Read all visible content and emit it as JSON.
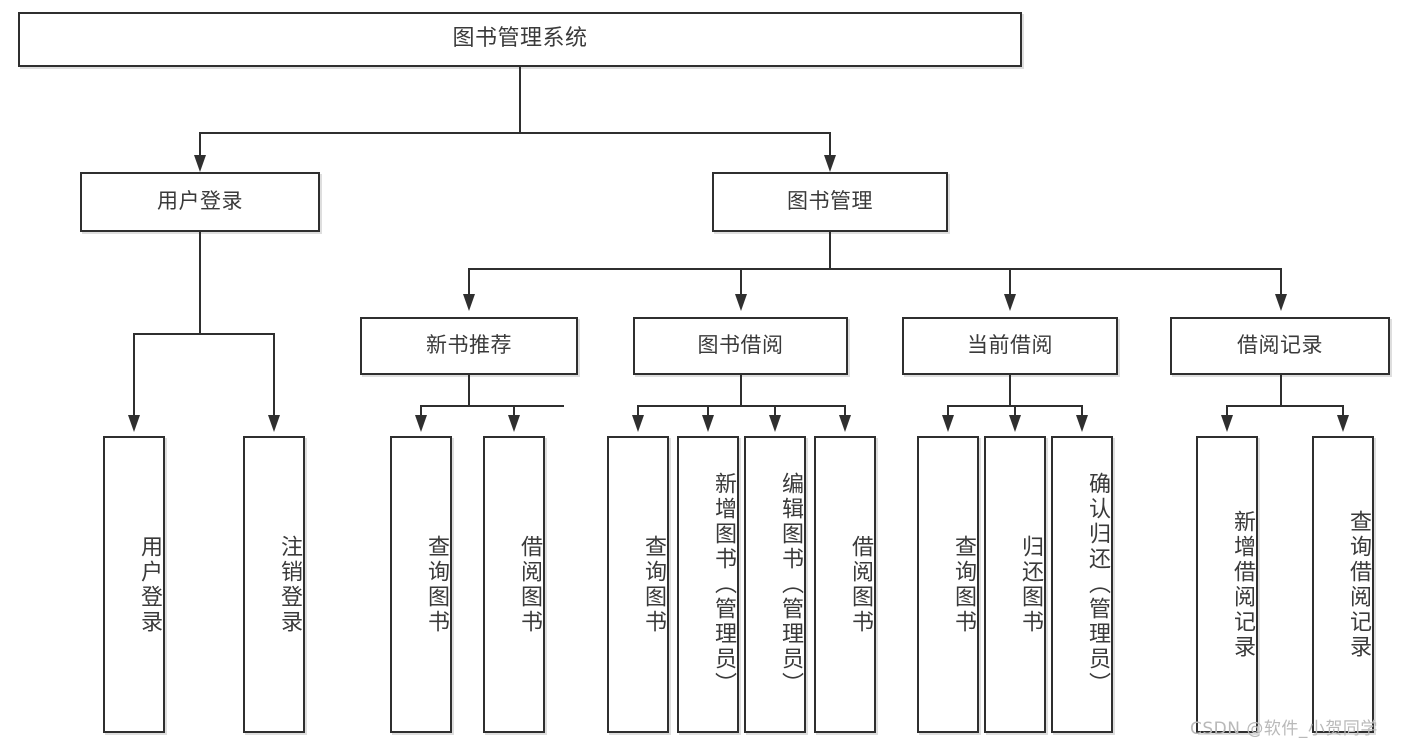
{
  "diagram": {
    "title": "图书管理系统",
    "watermark": "CSDN @软件_小贺同学",
    "colors": {
      "background": "#ffffff",
      "border": "#2f2f2f",
      "text": "#3a3a3a",
      "watermark": "#b9b9b9"
    },
    "root": {
      "label": "图书管理系统"
    },
    "level1": [
      {
        "label": "用户登录"
      },
      {
        "label": "图书管理"
      }
    ],
    "level2": [
      {
        "label": "新书推荐"
      },
      {
        "label": "图书借阅"
      },
      {
        "label": "当前借阅"
      },
      {
        "label": "借阅记录"
      }
    ],
    "leaves": {
      "user_login": [
        {
          "label": "用户登录"
        },
        {
          "label": "注销登录"
        }
      ],
      "new_book_recommend": [
        {
          "label": "查询图书"
        },
        {
          "label": "借阅图书"
        }
      ],
      "book_borrow": [
        {
          "label": "查询图书"
        },
        {
          "label": "新增图书（管理员）"
        },
        {
          "label": "编辑图书（管理员）"
        },
        {
          "label": "借阅图书"
        }
      ],
      "current_borrow": [
        {
          "label": "查询图书"
        },
        {
          "label": "归还图书"
        },
        {
          "label": "确认归还（管理员）"
        }
      ],
      "borrow_record": [
        {
          "label": "新增借阅记录"
        },
        {
          "label": "查询借阅记录"
        }
      ]
    }
  }
}
